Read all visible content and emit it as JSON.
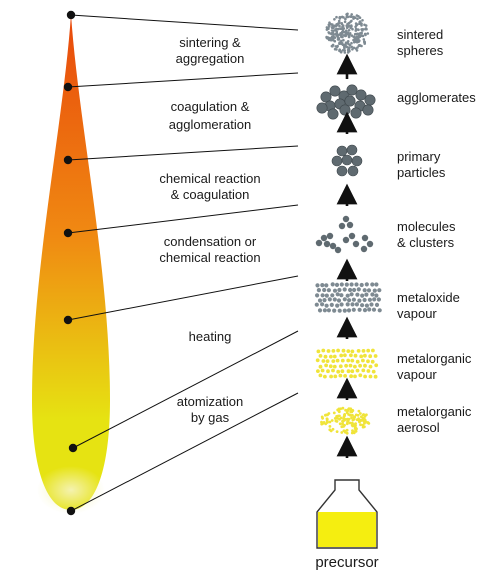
{
  "colors": {
    "flame_top": "#e8480c",
    "flame_mid": "#f08a12",
    "flame_bottom": "#e6e312",
    "flame_base": "#f5f3b8",
    "dark_particle": "#5f6a70",
    "light_particle": "#7e8a92",
    "yellow_particle": "#f0e43a",
    "precursor_liquid": "#f5ee10",
    "line": "#111111"
  },
  "process_stages": [
    {
      "lines": [
        "sintering &",
        "aggregation"
      ]
    },
    {
      "lines": [
        "coagulation &",
        "agglomeration"
      ]
    },
    {
      "lines": [
        "chemical reaction",
        "& coagulation"
      ]
    },
    {
      "lines": [
        "condensation or",
        "chemical reaction"
      ]
    },
    {
      "lines": [
        "heating"
      ]
    },
    {
      "lines": [
        "atomization",
        "by gas"
      ]
    }
  ],
  "particle_states": [
    {
      "lines": [
        "sintered",
        "spheres"
      ],
      "icon": "sintered-spheres-icon"
    },
    {
      "lines": [
        "agglomerates"
      ],
      "icon": "agglomerates-icon"
    },
    {
      "lines": [
        "primary",
        "particles"
      ],
      "icon": "primary-particles-icon"
    },
    {
      "lines": [
        "molecules",
        "& clusters"
      ],
      "icon": "molecules-clusters-icon"
    },
    {
      "lines": [
        "metaloxide",
        "vapour"
      ],
      "icon": "metaloxide-vapour-icon"
    },
    {
      "lines": [
        "metalorganic",
        "vapour"
      ],
      "icon": "metalorganic-vapour-icon"
    },
    {
      "lines": [
        "metalorganic",
        "aerosol"
      ],
      "icon": "metalorganic-aerosol-icon"
    }
  ],
  "precursor": {
    "label": "precursor",
    "icon": "precursor-bottle-icon"
  }
}
